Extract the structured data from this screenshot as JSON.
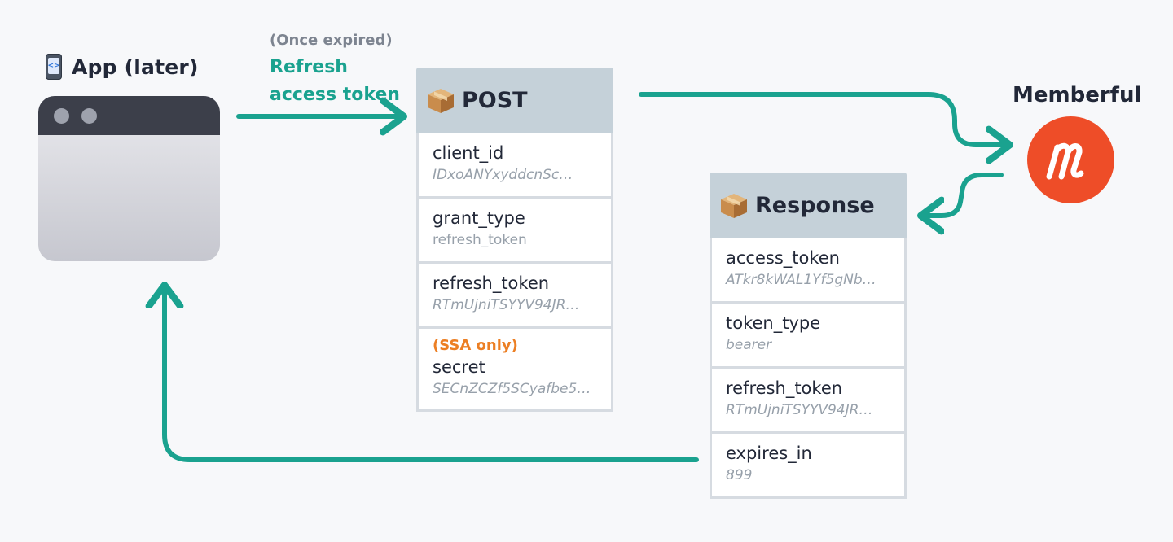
{
  "app": {
    "title": "App (later)",
    "icon": "mobile-app-icon"
  },
  "annotation": {
    "condition": "(Once expired)",
    "action_line1": "Refresh",
    "action_line2": "access token"
  },
  "request": {
    "title": "POST",
    "icon": "package-icon",
    "fields": [
      {
        "label": "client_id",
        "value": "IDxoANYxyddcnSc…"
      },
      {
        "label": "grant_type",
        "value": "refresh_token"
      },
      {
        "label": "refresh_token",
        "value": "RTmUjniTSYYV94JR…"
      },
      {
        "tag": "(SSA only)",
        "label": "secret",
        "value": "SECnZCZf5SCyafbe5…"
      }
    ]
  },
  "provider": {
    "name": "Memberful",
    "logo_letter": "m",
    "brand_color": "#ee4d28"
  },
  "response": {
    "title": "Response",
    "icon": "package-icon",
    "fields": [
      {
        "label": "access_token",
        "value": "ATkr8kWAL1Yf5gNb…"
      },
      {
        "label": "token_type",
        "value": "bearer"
      },
      {
        "label": "refresh_token",
        "value": "RTmUjniTSYYV94JR…"
      },
      {
        "label": "expires_in",
        "value": "899"
      }
    ]
  },
  "colors": {
    "arrow": "#1aa28f",
    "accent_tag": "#ec7f24",
    "header_bg": "#c5d1d9"
  }
}
